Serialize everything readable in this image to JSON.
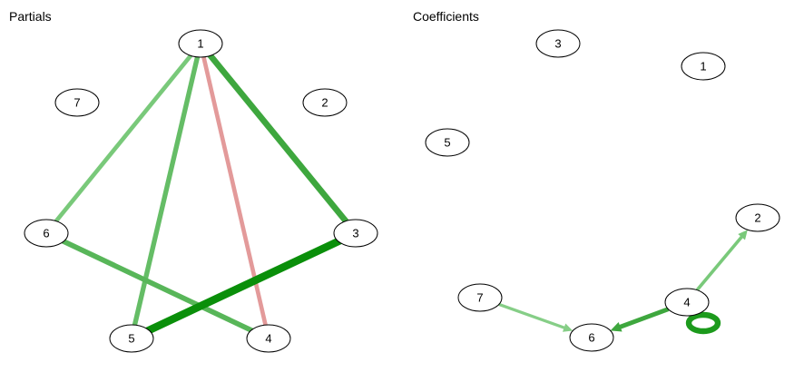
{
  "panels": {
    "left": {
      "title": "Partials",
      "nodes": [
        "1",
        "2",
        "3",
        "4",
        "5",
        "6",
        "7"
      ],
      "edges": [
        {
          "from": "1",
          "to": "6",
          "color": "#79c97a",
          "strength": 0.45
        },
        {
          "from": "1",
          "to": "5",
          "color": "#65bd66",
          "strength": 0.55
        },
        {
          "from": "1",
          "to": "4",
          "color": "#e39a9a",
          "strength": 0.45
        },
        {
          "from": "1",
          "to": "3",
          "color": "#3ea73e",
          "strength": 0.75
        },
        {
          "from": "6",
          "to": "4",
          "color": "#58b659",
          "strength": 0.6
        },
        {
          "from": "3",
          "to": "5",
          "color": "#0a8f0a",
          "strength": 1.0
        }
      ]
    },
    "right": {
      "title": "Coefficients",
      "nodes": [
        "1",
        "2",
        "3",
        "4",
        "5",
        "6",
        "7"
      ],
      "edges": [
        {
          "from": "4",
          "to": "2",
          "color": "#79c97a",
          "strength": 0.3,
          "directed": true
        },
        {
          "from": "4",
          "to": "6",
          "color": "#3ea73e",
          "strength": 0.5,
          "directed": true
        },
        {
          "from": "7",
          "to": "6",
          "color": "#86ce87",
          "strength": 0.25,
          "directed": true
        },
        {
          "from": "4",
          "to": "4",
          "color": "#1c9a1c",
          "strength": 0.7,
          "directed": true,
          "self_loop": true
        }
      ]
    }
  },
  "colors": {
    "positive": "#1c9a1c",
    "negative": "#e39a9a",
    "node_fill": "#ffffff",
    "node_border": "#000000"
  }
}
